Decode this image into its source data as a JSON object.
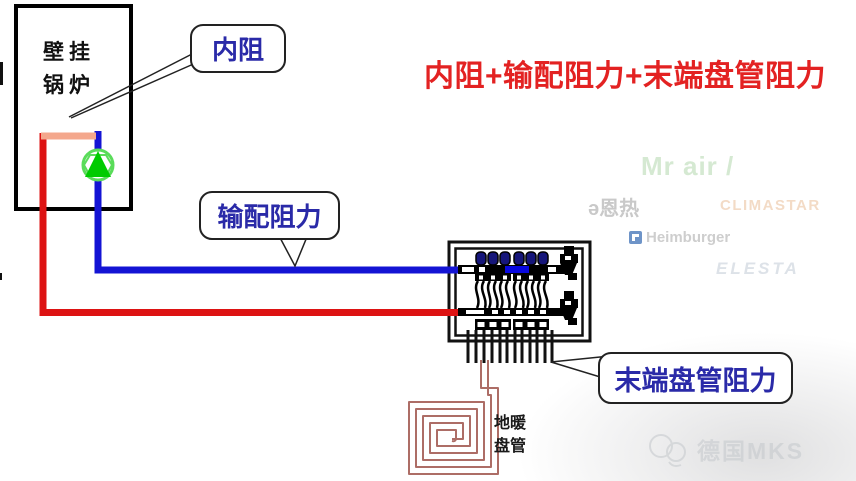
{
  "title": {
    "text": "内阻+输配阻力+末端盘管阻力",
    "color": "#e32222"
  },
  "boiler": {
    "label_line1": "壁挂",
    "label_line2": "锅炉"
  },
  "callouts": {
    "internal_label": "内阻",
    "distribution_label": "输配阻力",
    "terminal_label": "末端盘管阻力",
    "text_color": "#2a2aa8"
  },
  "floor_coil": {
    "label_line1": "地暖",
    "label_line2": "盘管"
  },
  "manifold": {
    "loop_count": 6,
    "loop_positions": [
      481,
      493,
      505,
      519,
      531,
      543
    ],
    "drop_pipe_positions": [
      468,
      476,
      484,
      492,
      500,
      507,
      515,
      522,
      530,
      537,
      545,
      552
    ]
  },
  "watermarks": {
    "mrair": "Mr air /",
    "enre": "ə恩热",
    "climastar": "CLIMASTAR",
    "heimburger": "Heimburger",
    "elesta": "ELESTA",
    "mks": "德国MKS"
  },
  "colors": {
    "red_pipe": "#dd1313",
    "blue_pipe": "#1414d4",
    "bypass_pipe": "#f4a78c",
    "pump_green": "#00cb00",
    "pump_ring": "#5adc5a",
    "coil": "#ad6d66",
    "valve_cap": "#16167a",
    "manifold_highlight": "#0808e0",
    "title_red": "#e32222",
    "callout_blue": "#2a2aa8"
  }
}
